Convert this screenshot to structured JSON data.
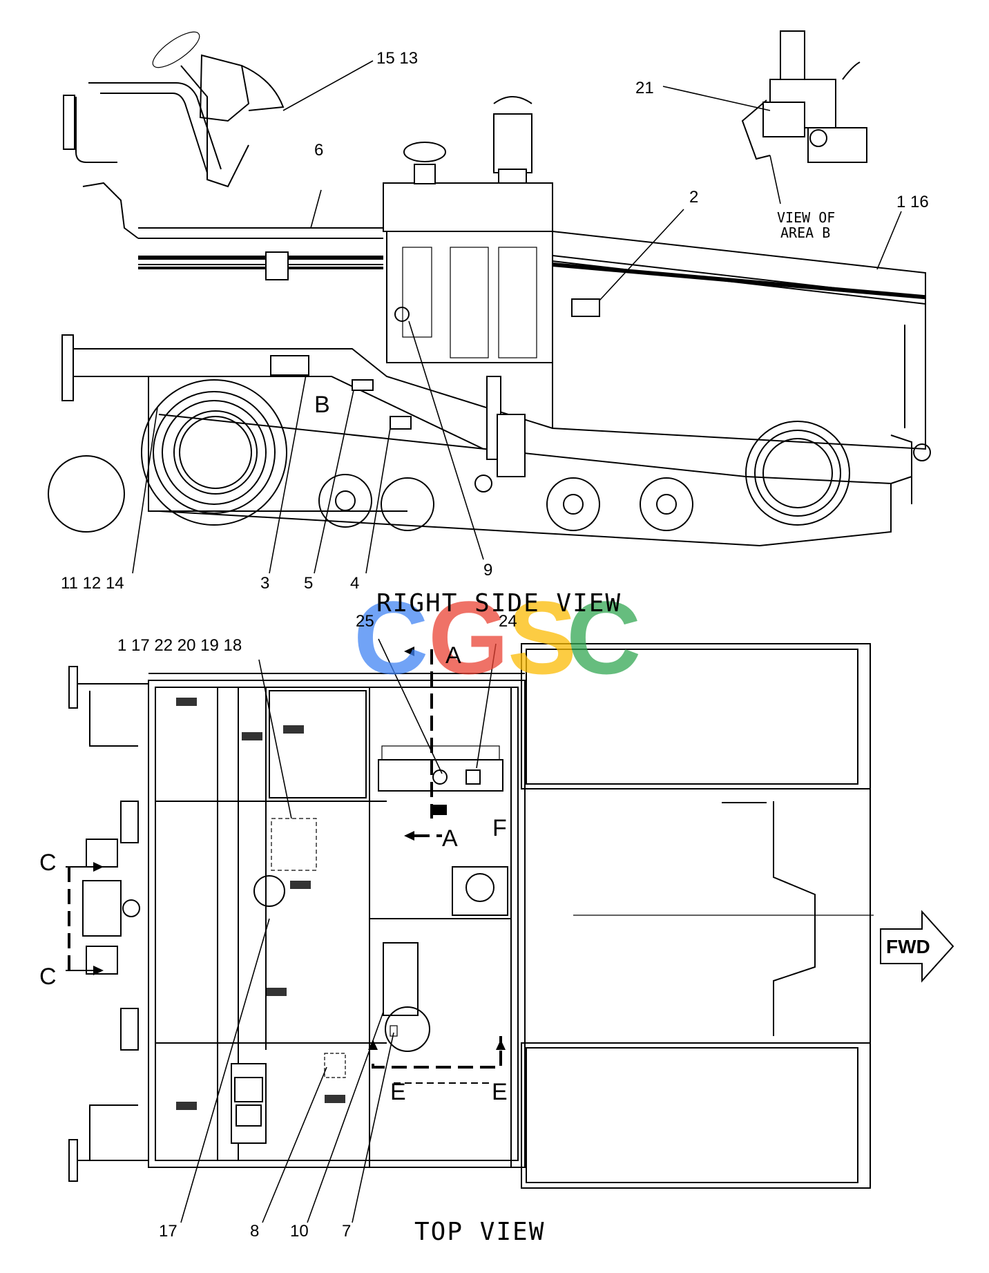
{
  "views": {
    "right_side": "RIGHT SIDE VIEW",
    "top": "TOP VIEW",
    "area_b_line1": "VIEW OF",
    "area_b_line2": "AREA B"
  },
  "watermark": {
    "letters": [
      "C",
      "G",
      "S",
      "C"
    ],
    "colors": [
      "#4285F4",
      "#EA4335",
      "#FBBC05",
      "#34A853"
    ]
  },
  "callouts": {
    "c15_13": "15 13",
    "c21": "21",
    "c6": "6",
    "c2": "2",
    "c1_16": "1 16",
    "c11_12_14": "11 12 14",
    "c3": "3",
    "c5": "5",
    "c4": "4",
    "c9": "9",
    "c1_17_22_20_19_18": "1 17 22 20 19 18",
    "c25": "25",
    "c24": "24",
    "c17": "17",
    "c8": "8",
    "c10": "10",
    "c7": "7"
  },
  "section_marks": {
    "b": "B",
    "a_top": "A",
    "a_bottom": "A",
    "f": "F",
    "c_top": "C",
    "c_bottom": "C",
    "e_left": "E",
    "e_right": "E"
  },
  "fwd_label": "FWD"
}
